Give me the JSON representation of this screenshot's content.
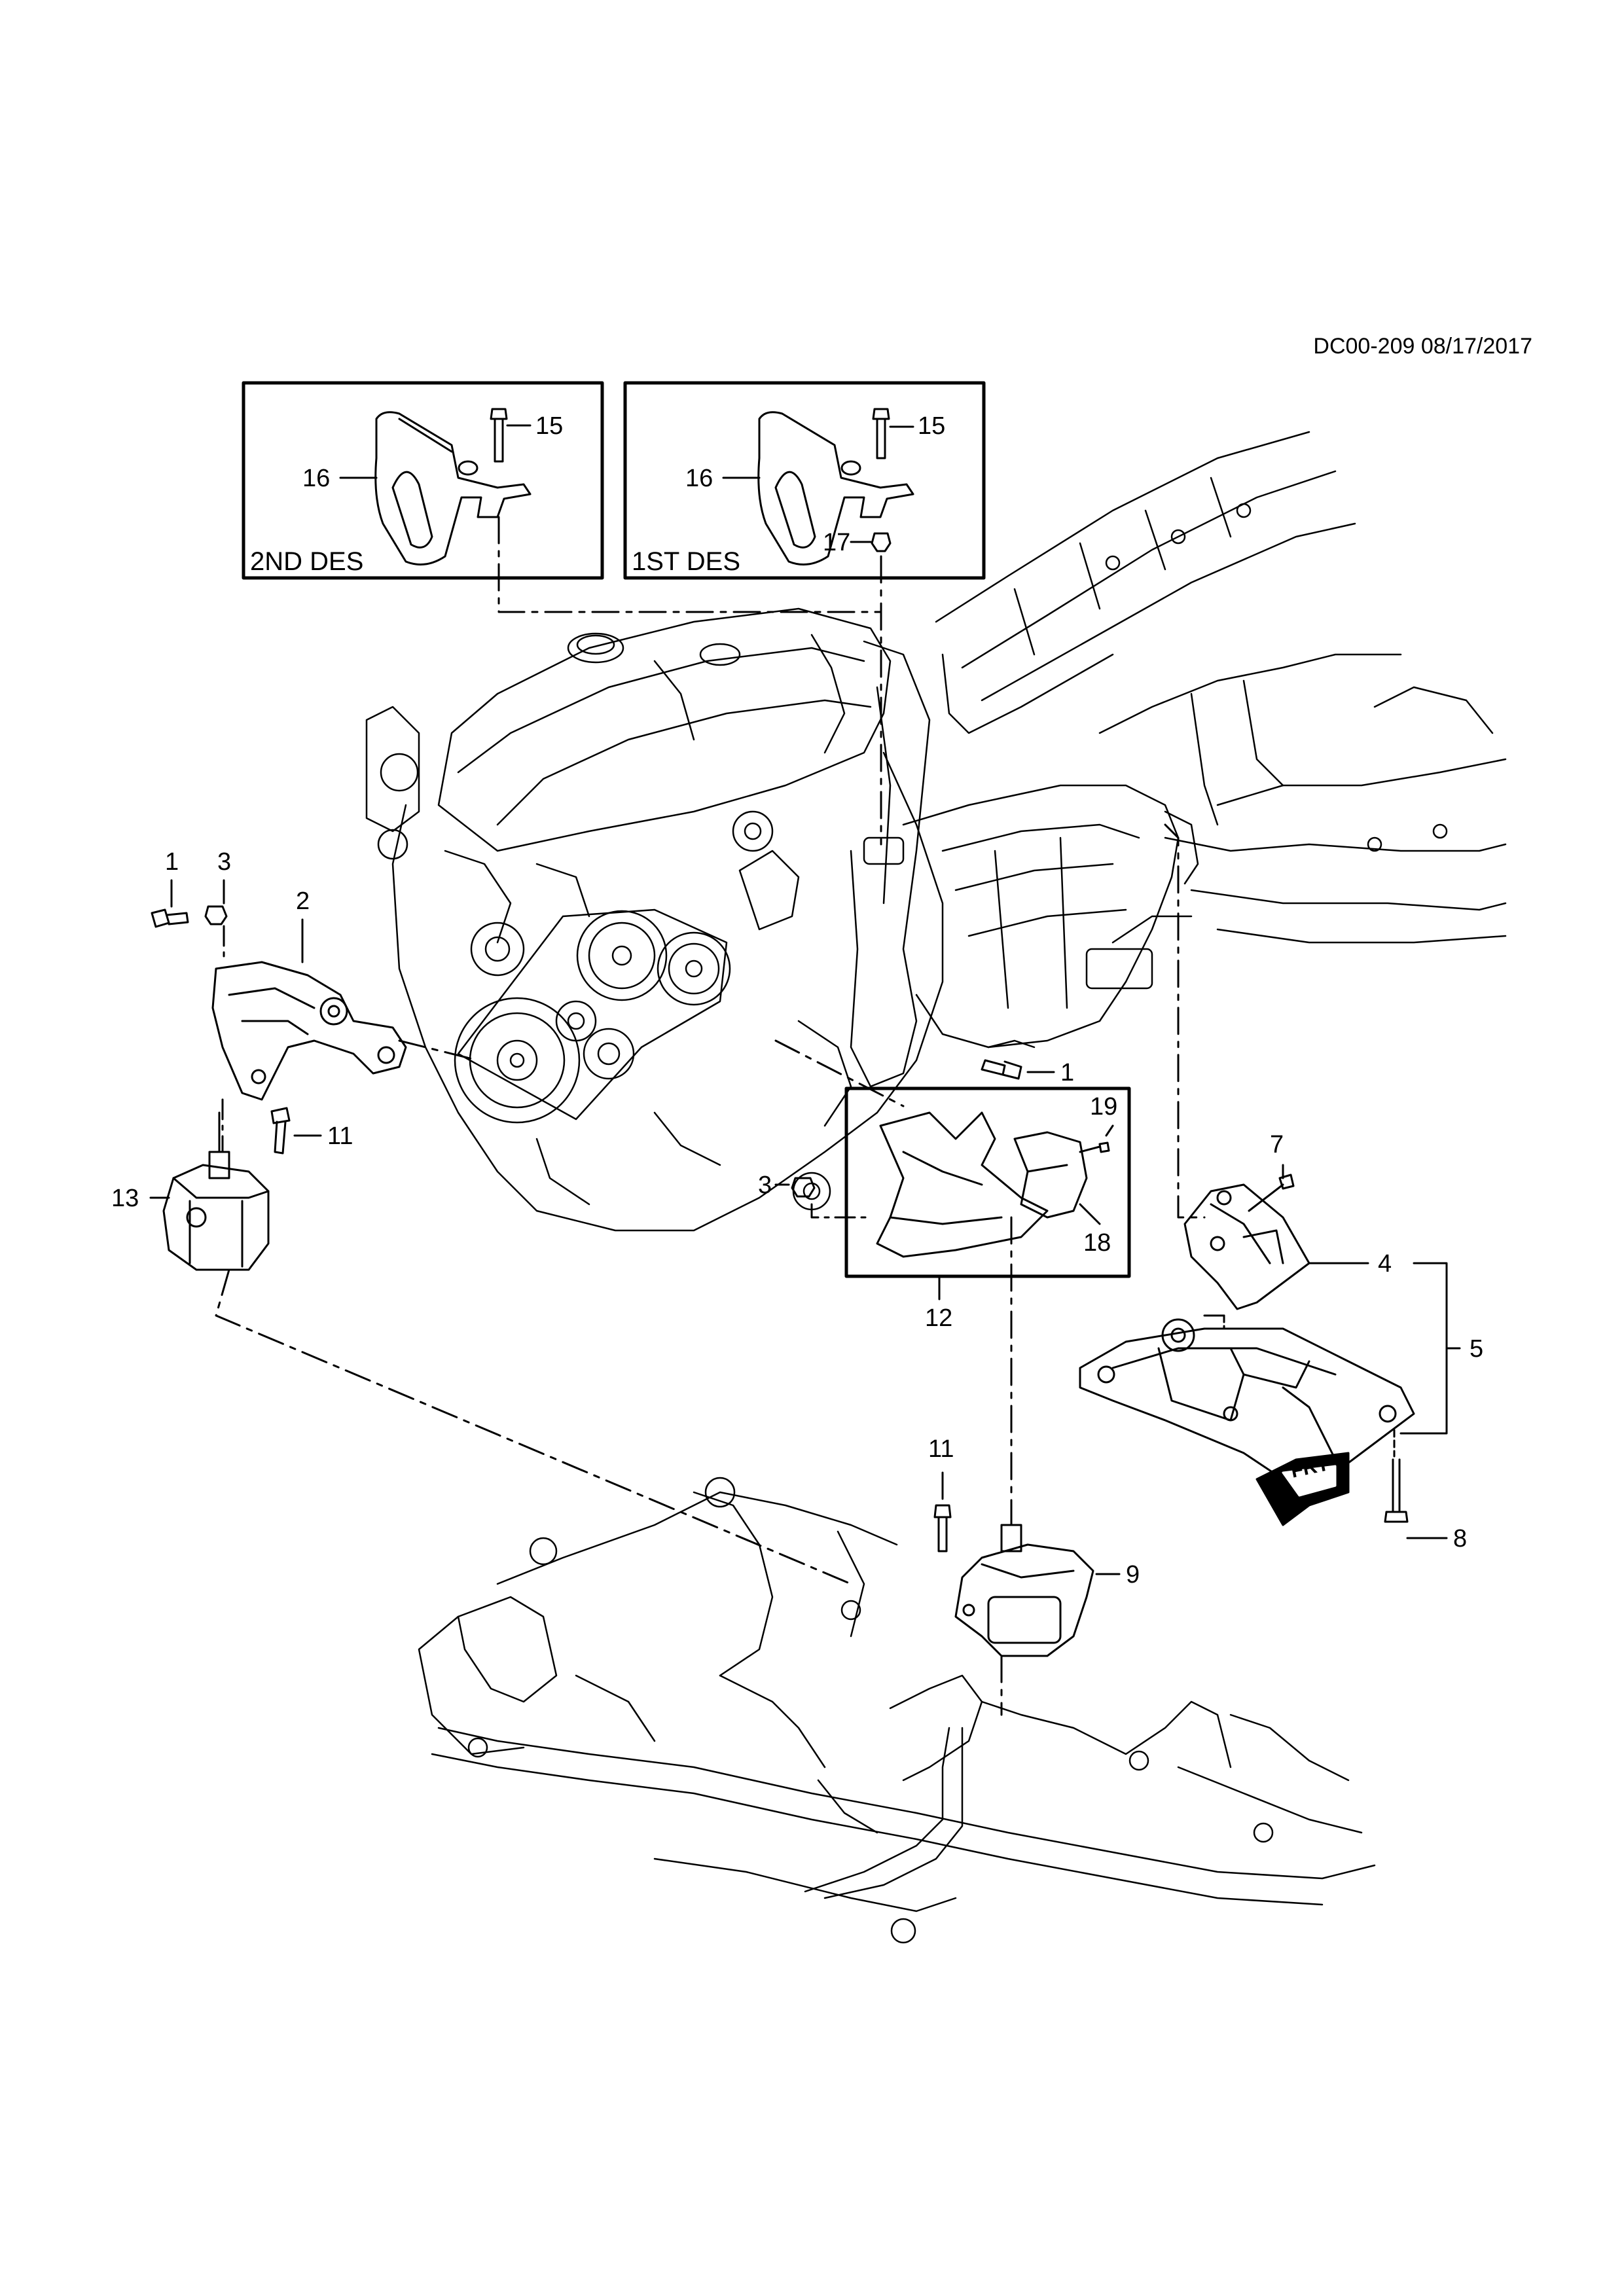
{
  "diagram_code": "DC00-209 08/17/2017",
  "inset_boxes": {
    "left": {
      "label": "2ND DES",
      "callouts": [
        "15",
        "16"
      ]
    },
    "right": {
      "label": "1ST DES",
      "callouts": [
        "15",
        "16",
        "17"
      ]
    }
  },
  "callouts": {
    "c1_top": "1",
    "c3_top": "3",
    "c2": "2",
    "c11_left": "11",
    "c13": "13",
    "c1_mid": "1",
    "c19": "19",
    "c3_mid": "3",
    "c18": "18",
    "c12": "12",
    "c7": "7",
    "c4": "4",
    "c5": "5",
    "c11_lower": "11",
    "c9": "9",
    "c8": "8"
  },
  "front_indicator": "FRT"
}
